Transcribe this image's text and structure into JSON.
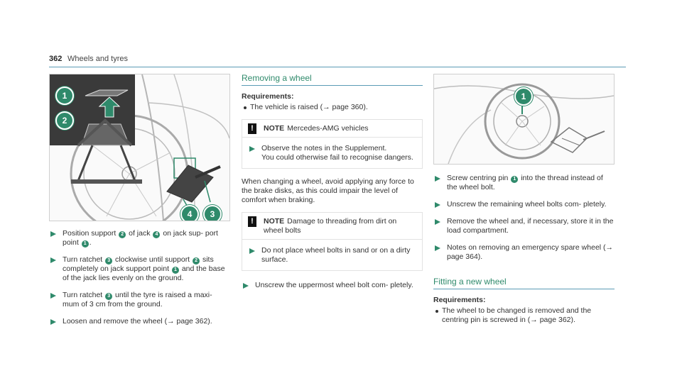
{
  "header": {
    "page_number": "362",
    "section_title": "Wheels and tyres"
  },
  "column1": {
    "steps": [
      [
        "Position support ",
        "2",
        " of jack ",
        "4",
        " on jack sup- port point ",
        "1",
        "."
      ],
      [
        "Turn ratchet ",
        "3",
        " clockwise until support ",
        "2",
        " sits completely on jack support point ",
        "1",
        " and the base of the jack lies evenly on the ground."
      ],
      [
        "Turn ratchet ",
        "3",
        " until the tyre is raised a maxi- mum of 3 cm from the ground."
      ],
      [
        "Loosen and remove the wheel (→ page 362)."
      ]
    ]
  },
  "column2": {
    "title": "Removing a wheel",
    "requirements_label": "Requirements:",
    "requirements": [
      "The vehicle is raised (→ page 360)."
    ],
    "note1": {
      "label": "NOTE",
      "text": "Mercedes-AMG vehicles",
      "step_line1": "Observe the notes in the Supplement.",
      "step_line2": "You could otherwise fail to recognise dangers."
    },
    "paragraph": "When changing a wheel, avoid applying any force to the brake disks, as this could impair the level of comfort when braking.",
    "note2": {
      "label": "NOTE",
      "text": "Damage to threading from dirt on wheel bolts",
      "step": "Do not place wheel bolts in sand or on a dirty surface."
    },
    "steps": [
      "Unscrew the uppermost wheel bolt com- pletely."
    ]
  },
  "column3": {
    "steps": [
      [
        "Screw centring pin ",
        "1",
        " into the thread instead of the wheel bolt."
      ],
      [
        "Unscrew the remaining wheel bolts com- pletely."
      ],
      [
        "Remove the wheel and, if necessary, store it in the load compartment."
      ],
      [
        "Notes on removing an emergency spare wheel (→ page 364)."
      ]
    ],
    "section2": {
      "title": "Fitting a new wheel",
      "requirements_label": "Requirements:",
      "requirements": [
        "The wheel to be changed is removed and the centring pin is screwed in (→ page 362)."
      ]
    }
  },
  "figure1": {
    "callouts": [
      "1",
      "2",
      "4",
      "3"
    ]
  },
  "figure2": {
    "callouts": [
      "1"
    ]
  },
  "colors": {
    "accent": "#2f8a6b",
    "rule": "#5b9bb5"
  }
}
